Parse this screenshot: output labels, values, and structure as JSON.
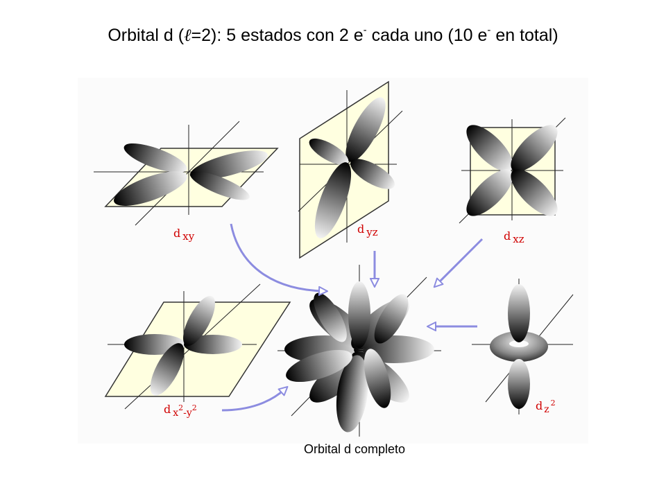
{
  "title": {
    "prefix": "Orbital d (",
    "ell": "ℓ",
    "mid1": "=2): 5 estados con 2 e",
    "sup1": "-",
    "mid2": " cada uno (10 e",
    "sup2": "-",
    "suffix": " en total)"
  },
  "labels": {
    "dxy": {
      "d": "d",
      "sub": "xy"
    },
    "dyz": {
      "d": "d",
      "sub": "yz"
    },
    "dxz": {
      "d": "d",
      "sub": "xz"
    },
    "dx2y2": {
      "d": "d",
      "sub1": "x",
      "sup1": "2",
      "sub2": "-y",
      "sup2": "2"
    },
    "dz2": {
      "d": "d",
      "sub": "z",
      "sup": "2"
    }
  },
  "caption": "Orbital d completo",
  "colors": {
    "label": "#d00000",
    "arrow": "#8c8ce0",
    "plane": "#ffffe0"
  }
}
